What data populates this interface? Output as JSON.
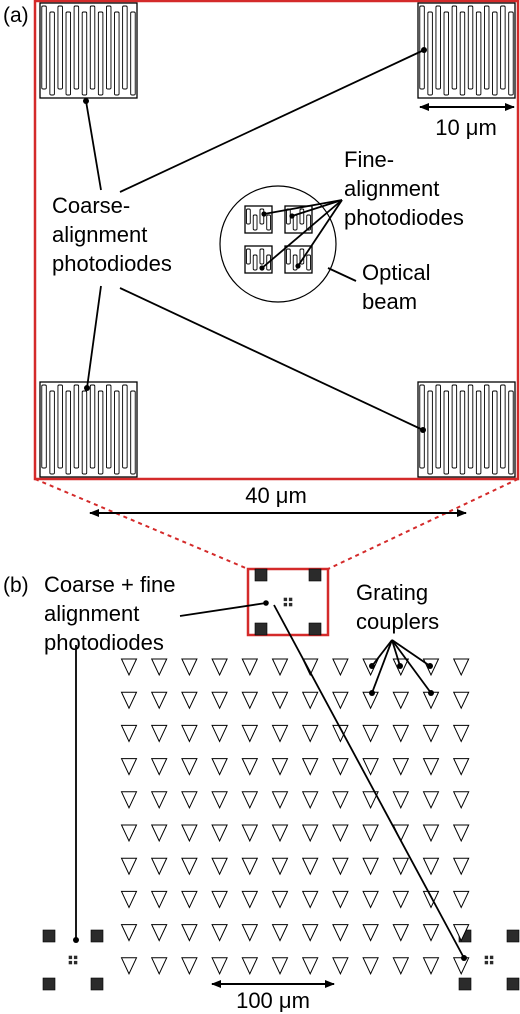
{
  "panel_a": {
    "label": "(a)",
    "scale_bar_small": "10 μm",
    "scale_bar_width": "40 μm",
    "coarse_label": [
      "Coarse-",
      "alignment",
      "photodiodes"
    ],
    "fine_label": [
      "Fine-",
      "alignment",
      "photodiodes"
    ],
    "beam_label": [
      "Optical",
      "beam"
    ]
  },
  "panel_b": {
    "label": "(b)",
    "alignment_label": [
      "Coarse + fine",
      "alignment",
      "photodiodes"
    ],
    "grating_label": [
      "Grating",
      "couplers"
    ],
    "scale_bar": "100 μm",
    "grating_rows": 10,
    "grating_cols": 12
  },
  "colors": {
    "zoom_box": "#d42a2a",
    "ink": "#000000",
    "detector_fill": "#2b2b2b"
  }
}
